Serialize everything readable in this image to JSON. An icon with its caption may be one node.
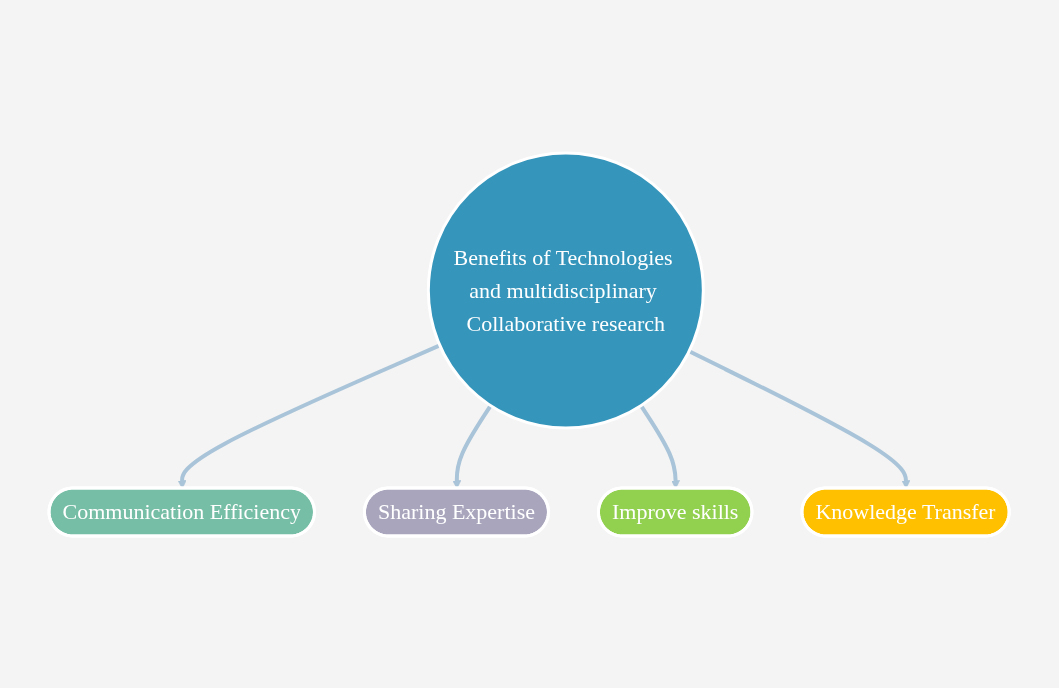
{
  "diagram": {
    "nodes": [
      {
        "text": [
          "Communication Efficiency"
        ]
      },
      {
        "text": [
          "Sharing Expertise"
        ]
      },
      {
        "text": [
          "Benefits of Technologies and multidisciplinary Collaborative research"
        ]
      },
      {
        "text": [
          "Improve skills"
        ]
      },
      {
        "text": [
          "Knowledge Transfer"
        ]
      }
    ],
    "edges": [
      {
        "from": 2,
        "to": 0,
        "arrow": "to"
      },
      {
        "from": 2,
        "to": 1,
        "arrow": "to"
      },
      {
        "from": 2,
        "to": 3,
        "arrow": "to"
      },
      {
        "from": 2,
        "to": 4,
        "arrow": "to"
      }
    ]
  }
}
